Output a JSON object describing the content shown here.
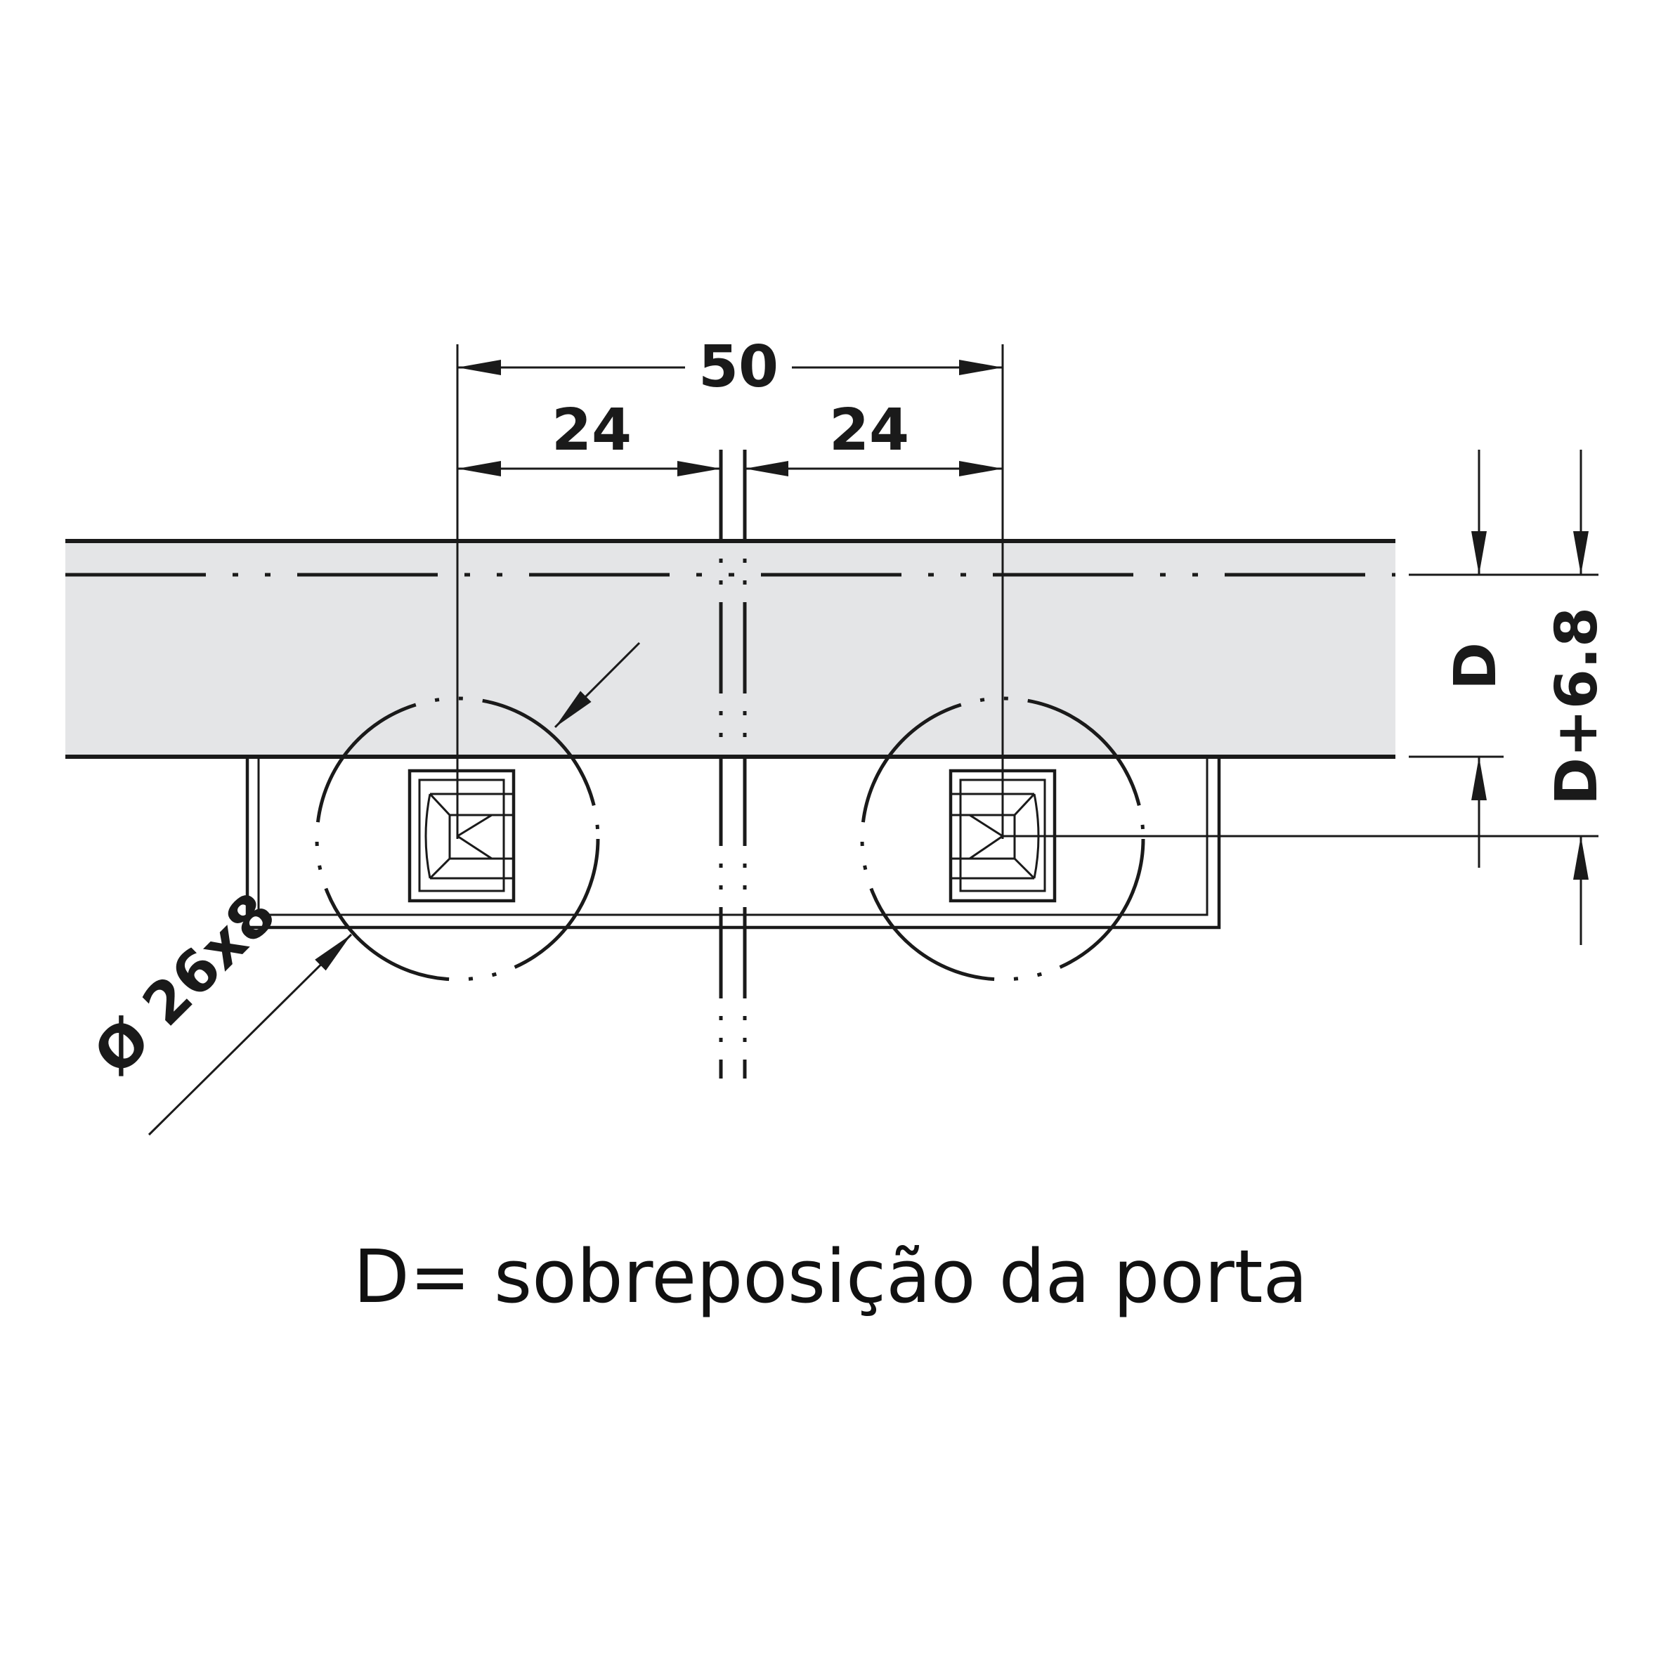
{
  "dimensions": {
    "total_spacing": "50",
    "left_offset": "24",
    "right_offset": "24",
    "overlay": "D",
    "overlay_plus": "D+6.8",
    "bore": "Ø 26x8"
  },
  "caption": "D= sobreposição da porta",
  "colors": {
    "door_fill": "#e4e5e7",
    "line": "#1a1a1a",
    "background": "#ffffff"
  }
}
